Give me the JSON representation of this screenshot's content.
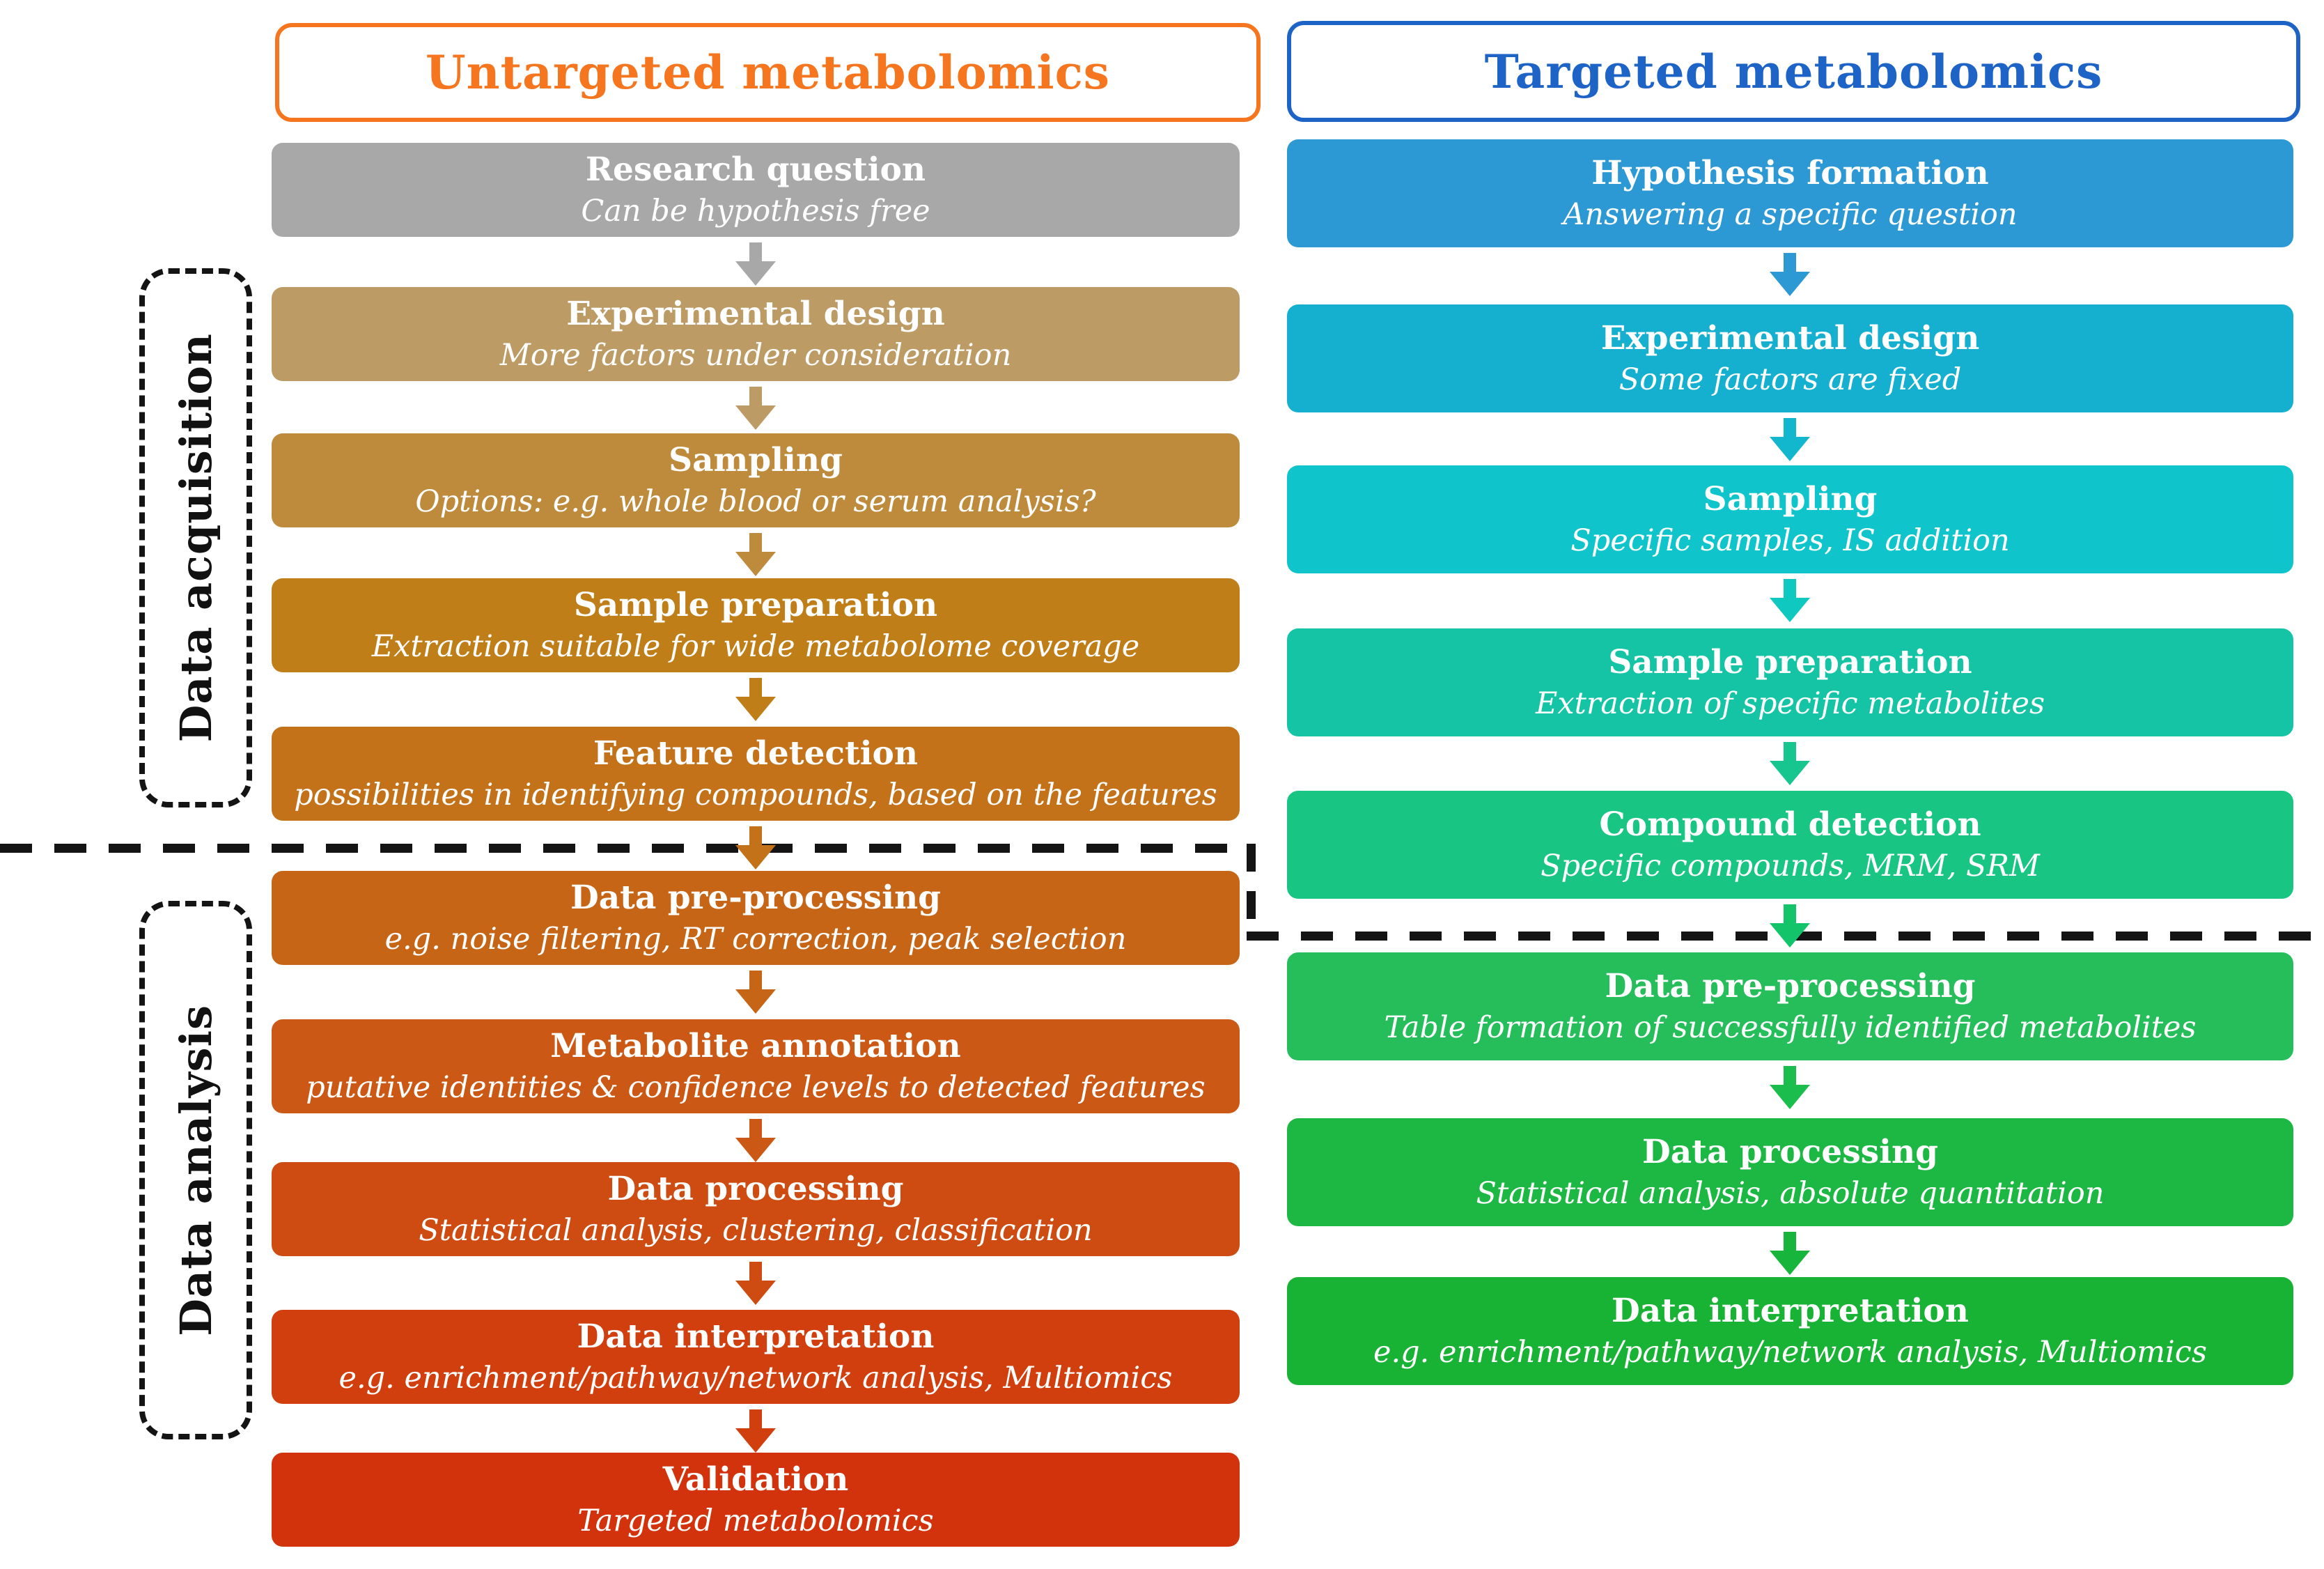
{
  "headers": {
    "left": {
      "label": "Untargeted metabolomics",
      "color": "#F5761E"
    },
    "right": {
      "label": "Targeted metabolomics",
      "color": "#1E63C6"
    }
  },
  "side_labels": {
    "acquisition": "Data acquisition",
    "analysis": "Data analysis"
  },
  "divider_color": "#141414",
  "left": {
    "steps": [
      {
        "title": "Research question",
        "subtitle": "Can be hypothesis free",
        "color": "#A8A8A8",
        "arrow_color": "#A8A8A8"
      },
      {
        "title": "Experimental design",
        "subtitle": "More factors under consideration",
        "color": "#BC9B64",
        "arrow_color": "#BC9B64"
      },
      {
        "title": "Sampling",
        "subtitle": "Options: e.g. whole blood or serum analysis?",
        "color": "#BE8B3C",
        "arrow_color": "#BE8B3C"
      },
      {
        "title": "Sample preparation",
        "subtitle": "Extraction suitable for wide metabolome coverage",
        "color": "#C07E18",
        "arrow_color": "#C07E18"
      },
      {
        "title": "Feature detection",
        "subtitle": "possibilities in identifying compounds, based on the features",
        "color": "#C37219",
        "arrow_color": "#C37219"
      },
      {
        "title": "Data pre-processing",
        "subtitle": "e.g. noise filtering, RT correction, peak selection",
        "color": "#C76517",
        "arrow_color": "#C76517"
      },
      {
        "title": "Metabolite annotation",
        "subtitle": "putative identities & confidence levels to detected features",
        "color": "#CB5915",
        "arrow_color": "#CB5915"
      },
      {
        "title": "Data processing",
        "subtitle": "Statistical analysis, clustering, classification",
        "color": "#CE4C12",
        "arrow_color": "#CE4C12"
      },
      {
        "title": "Data interpretation",
        "subtitle": "e.g. enrichment/pathway/network analysis, Multiomics",
        "color": "#D13F0F",
        "arrow_color": "#D13F0F"
      },
      {
        "title": "Validation",
        "subtitle": "Targeted metabolomics",
        "color": "#D3330C"
      }
    ]
  },
  "right": {
    "steps": [
      {
        "title": "Hypothesis formation",
        "subtitle": "Answering a specific question",
        "color": "#2C99D5",
        "arrow_color": "#2C99D5"
      },
      {
        "title": "Experimental design",
        "subtitle": "Some factors are fixed",
        "color": "#15AFD0",
        "arrow_color": "#12B7CE"
      },
      {
        "title": "Sampling",
        "subtitle": "Specific samples, IS addition",
        "color": "#0FC5CB",
        "arrow_color": "#0FC8C0"
      },
      {
        "title": "Sample preparation",
        "subtitle": "Extraction of specific metabolites",
        "color": "#14C4A5",
        "arrow_color": "#16C68E"
      },
      {
        "title": "Compound detection",
        "subtitle": "Specific compounds, MRM, SRM",
        "color": "#18C583",
        "arrow_color": "#14C46A"
      },
      {
        "title": "Data pre-processing",
        "subtitle": "Table formation of successfully identified metabolites",
        "color": "#25BE5B",
        "arrow_color": "#1BBD4D"
      },
      {
        "title": "Data processing",
        "subtitle": "Statistical analysis, absolute quantitation",
        "color": "#1DB843",
        "arrow_color": "#18B53C"
      },
      {
        "title": "Data interpretation",
        "subtitle": "e.g. enrichment/pathway/network analysis, Multiomics",
        "color": "#18B234"
      }
    ]
  }
}
